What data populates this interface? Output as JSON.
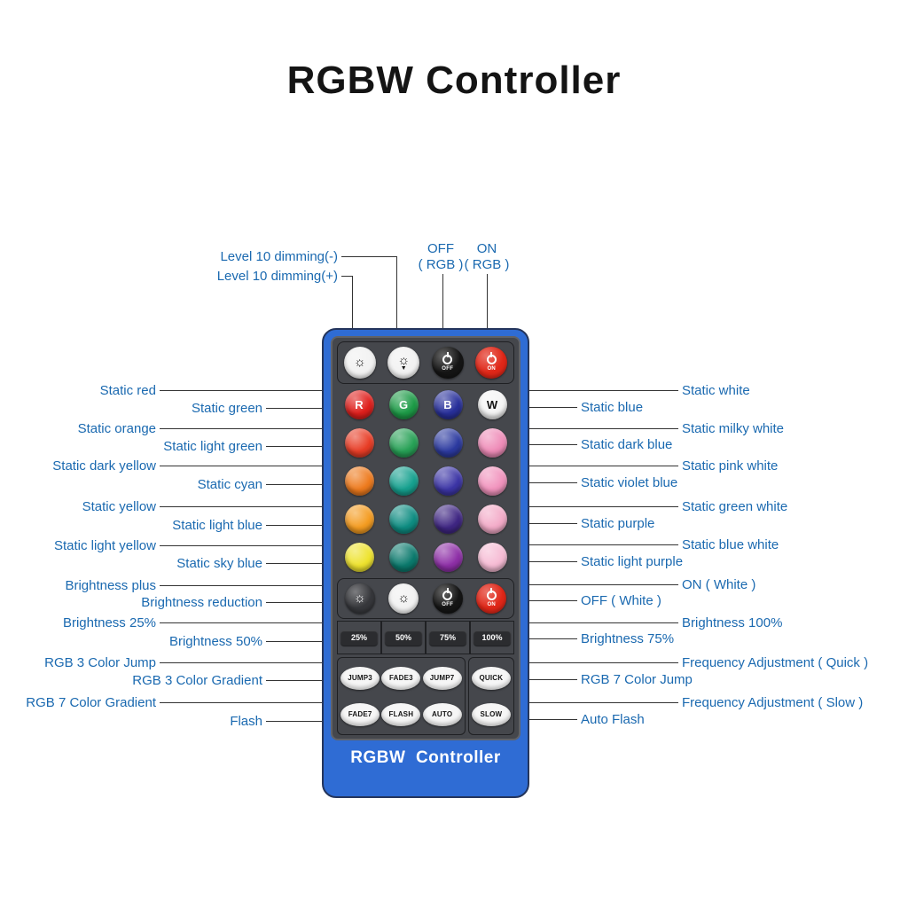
{
  "title": "RGBW Controller",
  "colors": {
    "remote_body": "#2f6cd4",
    "remote_panel": "#45474c",
    "label_text": "#1a69b0",
    "leader_line": "#333333"
  },
  "callouts": {
    "top": [
      {
        "label": "Level 10 dimming(-)"
      },
      {
        "label": "Level 10 dimming(+)"
      },
      {
        "line1": "OFF",
        "line2": "( RGB )"
      },
      {
        "line1": "ON",
        "line2": "( RGB )"
      }
    ],
    "left": [
      "Static red",
      "Static green",
      "Static orange",
      "Static light green",
      "Static dark yellow",
      "Static cyan",
      "Static yellow",
      "Static light blue",
      "Static light yellow",
      "Static sky blue",
      "Brightness plus",
      "Brightness reduction",
      "Brightness 25%",
      "Brightness 50%",
      "RGB 3 Color Jump",
      "RGB 3 Color Gradient",
      "RGB 7 Color Gradient",
      "Flash"
    ],
    "right": [
      "Static white",
      "Static blue",
      "Static milky white",
      "Static dark blue",
      "Static pink white",
      "Static violet blue",
      "Static green white",
      "Static purple",
      "Static blue white",
      "Static light purple",
      "ON ( White )",
      "OFF ( White )",
      "Brightness 100%",
      "Brightness 75%",
      "Frequency Adjustment ( Quick )",
      "RGB 7 Color Jump",
      "Frequency Adjustment ( Slow )",
      "Auto Flash"
    ]
  },
  "remote": {
    "brand": "RGBW  Controller",
    "top_buttons": [
      {
        "name": "dim-plus-button",
        "kind": "sun",
        "arrow": "",
        "bg": "#f2f2f2",
        "fg": "#111111"
      },
      {
        "name": "dim-minus-button",
        "kind": "sun",
        "arrow": "down",
        "bg": "#f2f2f2",
        "fg": "#111111"
      },
      {
        "name": "off-rgb-button",
        "kind": "power",
        "text": "OFF",
        "bg": "#151515",
        "fg": "#ffffff"
      },
      {
        "name": "on-rgb-button",
        "kind": "power",
        "text": "ON",
        "bg": "#e02718",
        "fg": "#ffffff"
      }
    ],
    "color_rows": [
      [
        {
          "name": "static-red-button",
          "color": "#df1f1c",
          "letter": "R",
          "letter_color": "#ffffff"
        },
        {
          "name": "static-green-button",
          "color": "#1d9b47",
          "letter": "G",
          "letter_color": "#ffffff"
        },
        {
          "name": "static-blue-button",
          "color": "#28309b",
          "letter": "B",
          "letter_color": "#ffffff"
        },
        {
          "name": "static-white-button",
          "color": "#f5f5f5",
          "letter": "W",
          "letter_color": "#111111"
        }
      ],
      [
        {
          "name": "static-orange-button",
          "color": "#e83d26"
        },
        {
          "name": "static-light-green-button",
          "color": "#27a156"
        },
        {
          "name": "static-dark-blue-button",
          "color": "#2c3aa0"
        },
        {
          "name": "static-milky-white-button",
          "color": "#ef8cb8"
        }
      ],
      [
        {
          "name": "static-dark-yellow-button",
          "color": "#ee7b1e"
        },
        {
          "name": "static-cyan-button",
          "color": "#16a18f"
        },
        {
          "name": "static-violet-blue-button",
          "color": "#3c35a6"
        },
        {
          "name": "static-pink-white-button",
          "color": "#f193bd"
        }
      ],
      [
        {
          "name": "static-yellow-button",
          "color": "#f49c21"
        },
        {
          "name": "static-light-blue-button",
          "color": "#0e8d82"
        },
        {
          "name": "static-purple-button",
          "color": "#3f2683"
        },
        {
          "name": "static-green-white-button",
          "color": "#f3abc8"
        }
      ],
      [
        {
          "name": "static-light-yellow-button",
          "color": "#eee32e"
        },
        {
          "name": "static-sky-blue-button",
          "color": "#0b7a6d"
        },
        {
          "name": "static-light-purple-button",
          "color": "#8e2fa7"
        },
        {
          "name": "static-blue-white-button",
          "color": "#f6bbd4"
        }
      ]
    ],
    "function_buttons": [
      {
        "name": "brightness-plus-button",
        "kind": "sun",
        "arrow": "",
        "bg": "#36373b",
        "fg": "#ffffff"
      },
      {
        "name": "brightness-reduction-button",
        "kind": "sun",
        "arrow": "",
        "bg": "#f2f2f2",
        "fg": "#111111"
      },
      {
        "name": "off-white-button",
        "kind": "power",
        "text": "OFF",
        "bg": "#151515",
        "fg": "#ffffff"
      },
      {
        "name": "on-white-button",
        "kind": "power",
        "text": "ON",
        "bg": "#e02718",
        "fg": "#ffffff"
      }
    ],
    "percent_buttons": [
      "25%",
      "50%",
      "75%",
      "100%"
    ],
    "mode_rows": [
      [
        "JUMP3",
        "FADE3",
        "JUMP7",
        "QUICK"
      ],
      [
        "FADE7",
        "FLASH",
        "AUTO",
        "SLOW"
      ]
    ]
  }
}
